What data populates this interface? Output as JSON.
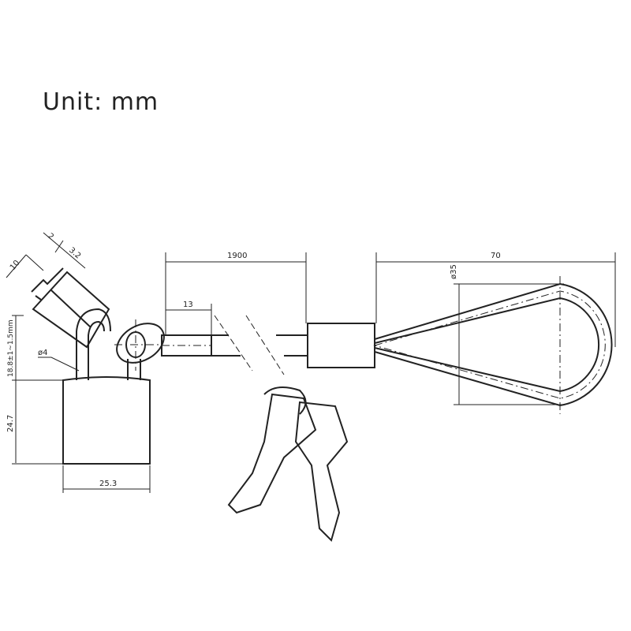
{
  "unit_label": "Unit:  mm",
  "dimensions": {
    "cable_length": "1900",
    "loop_length": "70",
    "sleeve_length": "13",
    "loop_diameter": "ø35",
    "shackle_diameter": "ø4",
    "shackle_clearance": "18.8±1~1.5mm",
    "body_height": "24.7",
    "body_width": "25.3",
    "cylinder_length": "10",
    "key_slot": "2",
    "cylinder_width": "3.2"
  }
}
